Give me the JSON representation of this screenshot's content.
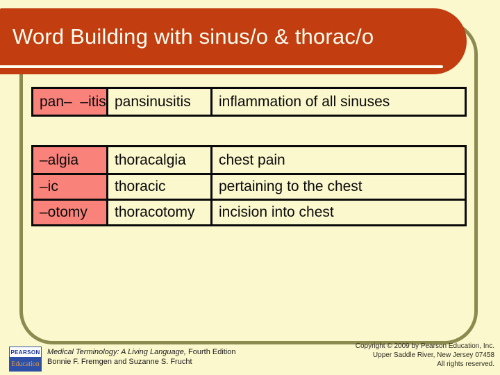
{
  "slide": {
    "title": "Word Building with sinus/o & thorac/o",
    "tables": {
      "pan": {
        "rows": [
          {
            "part": "pan–  –itis",
            "term": "pansinusitis",
            "definition": "inflammation of all sinuses"
          }
        ]
      },
      "thorac": {
        "rows": [
          {
            "part": "–algia",
            "term": "thoracalgia",
            "definition": "chest pain"
          },
          {
            "part": "–ic",
            "term": "thoracic",
            "definition": "pertaining to the chest"
          },
          {
            "part": "–otomy",
            "term": "thoracotomy",
            "definition": "incision into chest"
          }
        ]
      }
    },
    "footer": {
      "logo": {
        "top": "PEARSON",
        "bottom": "Education"
      },
      "citation": {
        "book_title_italic": "Medical Terminology: A Living Language,",
        "edition": " Fourth Edition",
        "authors": "Bonnie F. Fremgen and Suzanne S. Frucht"
      },
      "copyright": {
        "line1": "Copyright © 2009 by Pearson Education, Inc.",
        "line2": "Upper Saddle River, New Jersey 07458",
        "line3": "All rights reserved."
      }
    },
    "colors": {
      "background": "#FBF8CE",
      "banner_orange": "#C23D10",
      "frame_olive": "#8B8B4F",
      "word_part_pink": "#F9827B",
      "table_border_black": "#0A0A0A",
      "title_text": "#FFFFF2",
      "logo_blue": "#2D4FA5",
      "logo_education_tan": "#D99A4E"
    }
  }
}
